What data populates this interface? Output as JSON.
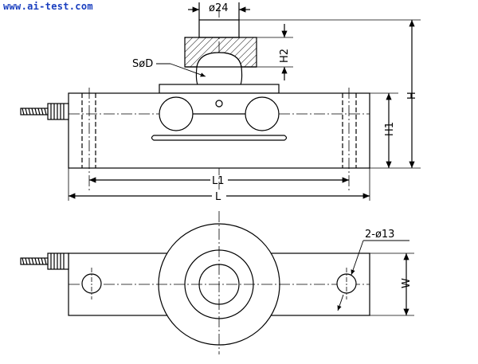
{
  "watermark": "www.ai-test.com",
  "labels": {
    "dia24": "ø24",
    "sphere": "SøD",
    "h2": "H2",
    "h": "H",
    "h1": "H1",
    "l1": "L1",
    "l": "L",
    "holes": "2-ø13",
    "w": "W"
  },
  "colors": {
    "outline": "#000000",
    "fill": "#ffffff",
    "hatch": "#000000",
    "watermark": "#1a3fbf"
  }
}
